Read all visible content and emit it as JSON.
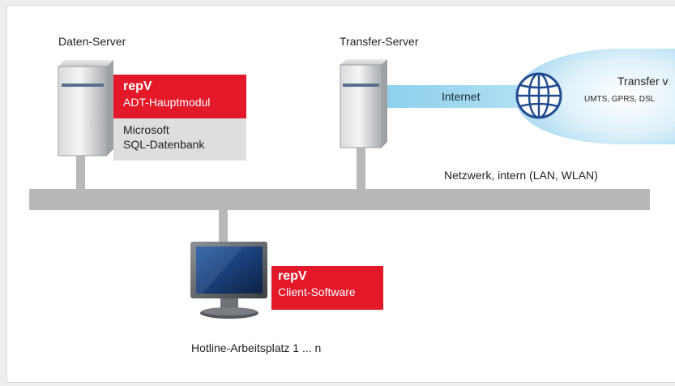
{
  "diagram": {
    "data_server": {
      "title": "Daten-Server",
      "module_name": "repV",
      "module_desc": "ADT-Hauptmodul",
      "db_line1": "Microsoft",
      "db_line2": "SQL-Datenbank"
    },
    "transfer_server": {
      "title": "Transfer-Server",
      "link_label": "Internet",
      "transfer_title": "Transfer v",
      "transfer_methods": "UMTS, GPRS, DSL"
    },
    "network": {
      "label": "Netzwerk, intern (LAN, WLAN)"
    },
    "client": {
      "module_name": "repV",
      "module_desc": "Client-Software",
      "caption": "Hotline-Arbeitsplatz 1 ... n"
    },
    "colors": {
      "accent_red": "#e3192a",
      "network_bar": "#b8b8b8",
      "link_blue": "#9fd6ef",
      "cloud_blue": "#bfe3f5"
    },
    "icons": [
      "server-icon",
      "server-icon",
      "globe-icon",
      "monitor-icon"
    ]
  }
}
